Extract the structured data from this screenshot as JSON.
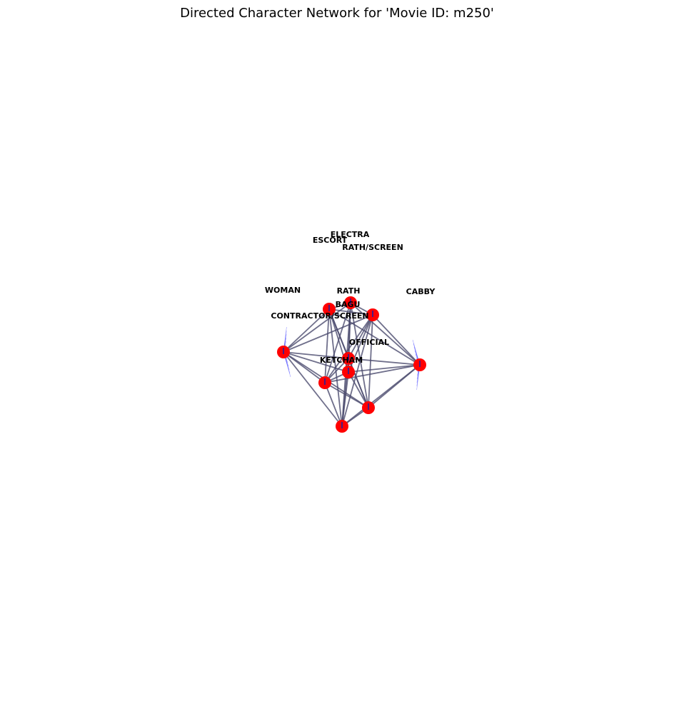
{
  "title": "Directed Character Network for 'Movie ID: m250'",
  "node_color": "#ff0000",
  "edge_color": "#4b4b6e",
  "arrow_color": "#2a2aff",
  "nodes": [
    {
      "id": "ELECTRA",
      "label": "ELECTRA"
    },
    {
      "id": "ESCORT",
      "label": "ESCORT"
    },
    {
      "id": "RATH/SCREEN",
      "label": "RATH/SCREEN"
    },
    {
      "id": "WOMAN",
      "label": "WOMAN"
    },
    {
      "id": "RATH",
      "label": "RATH"
    },
    {
      "id": "CABBY",
      "label": "CABBY"
    },
    {
      "id": "BAGU",
      "label": "BAGU"
    },
    {
      "id": "CONTRACTOR/SCREEN",
      "label": "CONTRACTOR/SCREEN"
    },
    {
      "id": "OFFICIAL",
      "label": "OFFICIAL"
    },
    {
      "id": "KETCHAM",
      "label": "KETCHAM"
    }
  ]
}
